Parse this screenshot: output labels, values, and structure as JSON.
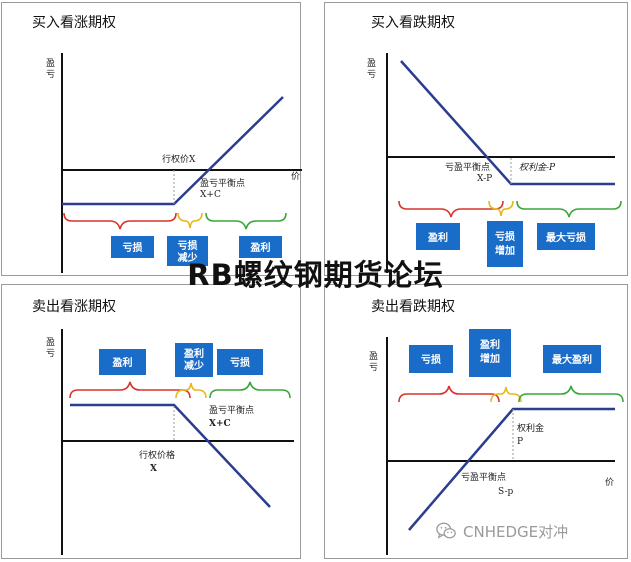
{
  "panels": {
    "long_call": {
      "title": "买入看涨期权",
      "axis_label": "盈亏",
      "strike_label": "行权价X",
      "breakeven_label": "盈亏平衡点",
      "breakeven_formula": "X+C",
      "axis_end_mark": "价",
      "regions": [
        "亏损",
        "亏损减少",
        "盈利"
      ]
    },
    "long_put": {
      "title": "买入看跌期权",
      "axis_label": "盈亏",
      "breakeven_label": "亏盈平衡点",
      "breakeven_formula": "X-P",
      "premium_label": "权利金-P",
      "regions": [
        "盈利",
        "亏损增加",
        "最大亏损"
      ]
    },
    "short_call": {
      "title": "卖出看涨期权",
      "axis_label": "盈亏",
      "strike_label": "行权价格",
      "strike_symbol": "X",
      "breakeven_label": "盈亏平衡点",
      "breakeven_formula": "X+C",
      "regions": [
        "盈利",
        "盈利减少",
        "亏损"
      ]
    },
    "short_put": {
      "title": "卖出看跌期权",
      "axis_label": "盈亏",
      "premium_label": "权利金",
      "premium_symbol": "P",
      "breakeven_label": "亏盈平衡点",
      "breakeven_formula": "S-p",
      "axis_end_mark": "价",
      "regions": [
        "亏损",
        "盈利增加",
        "最大盈利"
      ]
    }
  },
  "watermark": "RB螺纹钢期货论坛",
  "brand": "CNHEDGE对冲",
  "brand_icon": "wechat-icon",
  "colors": {
    "payoff_line": "#2a3d8f",
    "region_box": "#1a6cc9",
    "brace_red": "#d9342b",
    "brace_yellow": "#e8b81a",
    "brace_green": "#3aa63a"
  }
}
